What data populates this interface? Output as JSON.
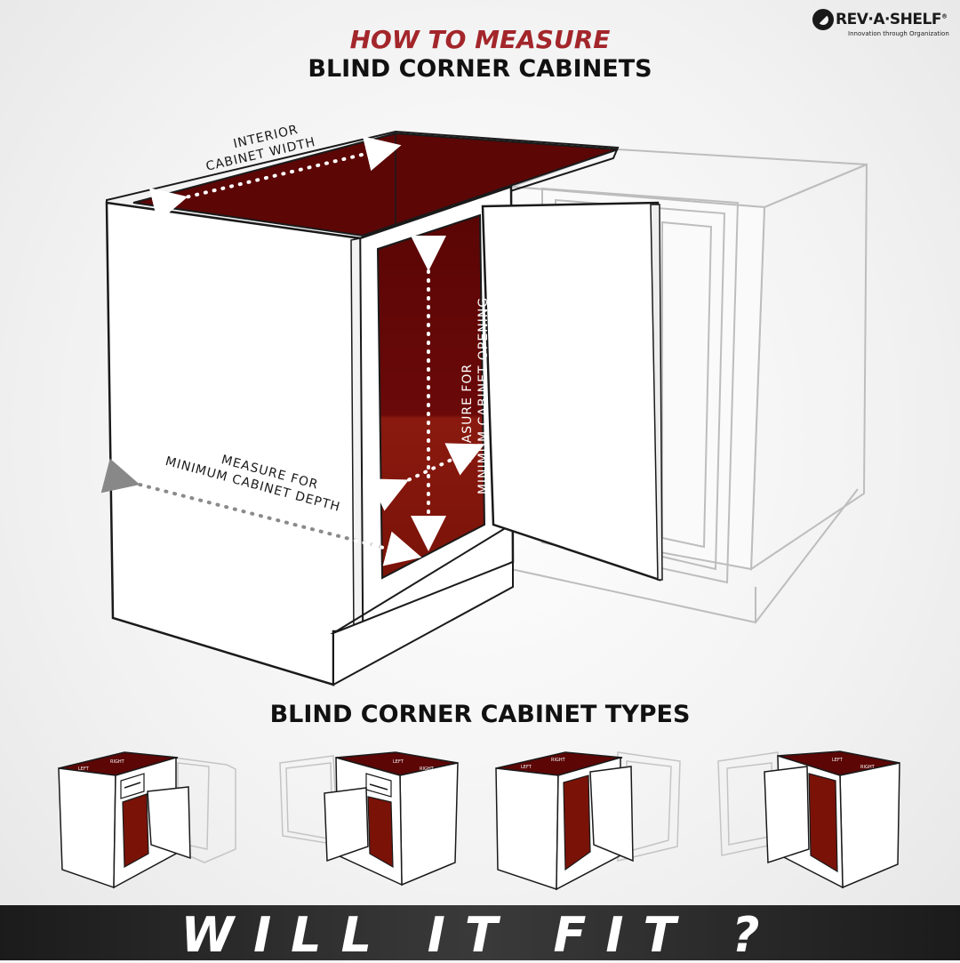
{
  "brand": {
    "name": "REV·A·SHELF",
    "registered": "®",
    "tagline": "Innovation through Organization"
  },
  "header": {
    "title_top": "HOW TO MEASURE",
    "title_bottom": "BLIND CORNER CABINETS"
  },
  "diagram": {
    "width_label_line1": "INTERIOR",
    "width_label_line2": "CABINET WIDTH",
    "opening_label_line1": "MEASURE FOR",
    "opening_label_line2": "MINIMUM CABINET OPENING",
    "depth_label_line1": "MEASURE FOR",
    "depth_label_line2": "MINIMUM CABINET DEPTH",
    "interior_color": "#6e0a0a",
    "interior_dark_color": "#5a0505"
  },
  "types": {
    "title": "BLIND CORNER CABINET TYPES",
    "items": [
      {
        "left": "LEFT",
        "right": "RIGHT"
      },
      {
        "left": "LEFT",
        "right": "RIGHT"
      },
      {
        "left": "LEFT",
        "right": "RIGHT"
      },
      {
        "left": "LEFT",
        "right": "RIGHT"
      }
    ]
  },
  "footer": {
    "text": "WILL IT FIT ?"
  }
}
